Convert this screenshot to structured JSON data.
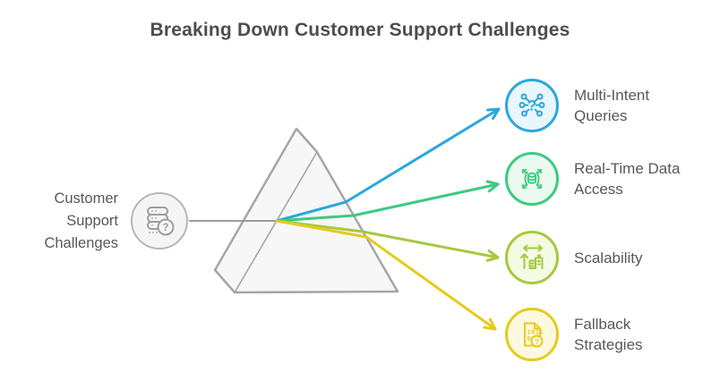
{
  "title": "Breaking Down Customer Support Challenges",
  "source": {
    "label": "Customer Support Challenges",
    "icon": "server-question-icon",
    "circle_border": "#b6b6b6",
    "circle_fill": "#f5f5f5",
    "icon_color": "#9e9e9e",
    "beam_color": "#9c9c9c"
  },
  "prism": {
    "stroke": "#a6a6a6",
    "fill": "#f7f7f7"
  },
  "outputs": [
    {
      "label": "Multi-Intent Queries",
      "icon": "multi-intent-network-icon",
      "color": "#2ba7dc",
      "fill": "#e9f6fd"
    },
    {
      "label": "Real-Time Data Access",
      "icon": "realtime-database-icon",
      "color": "#3ec981",
      "fill": "#eafaf1"
    },
    {
      "label": "Scalability",
      "icon": "scalability-buildings-icon",
      "color": "#a6c93f",
      "fill": "#f5fae5"
    },
    {
      "label": "Fallback Strategies",
      "icon": "fallback-document-icon",
      "color": "#e5cb1d",
      "fill": "#fdf9e1"
    }
  ],
  "text_colors": {
    "title": "#4d4d4d",
    "labels": "#55585a"
  }
}
